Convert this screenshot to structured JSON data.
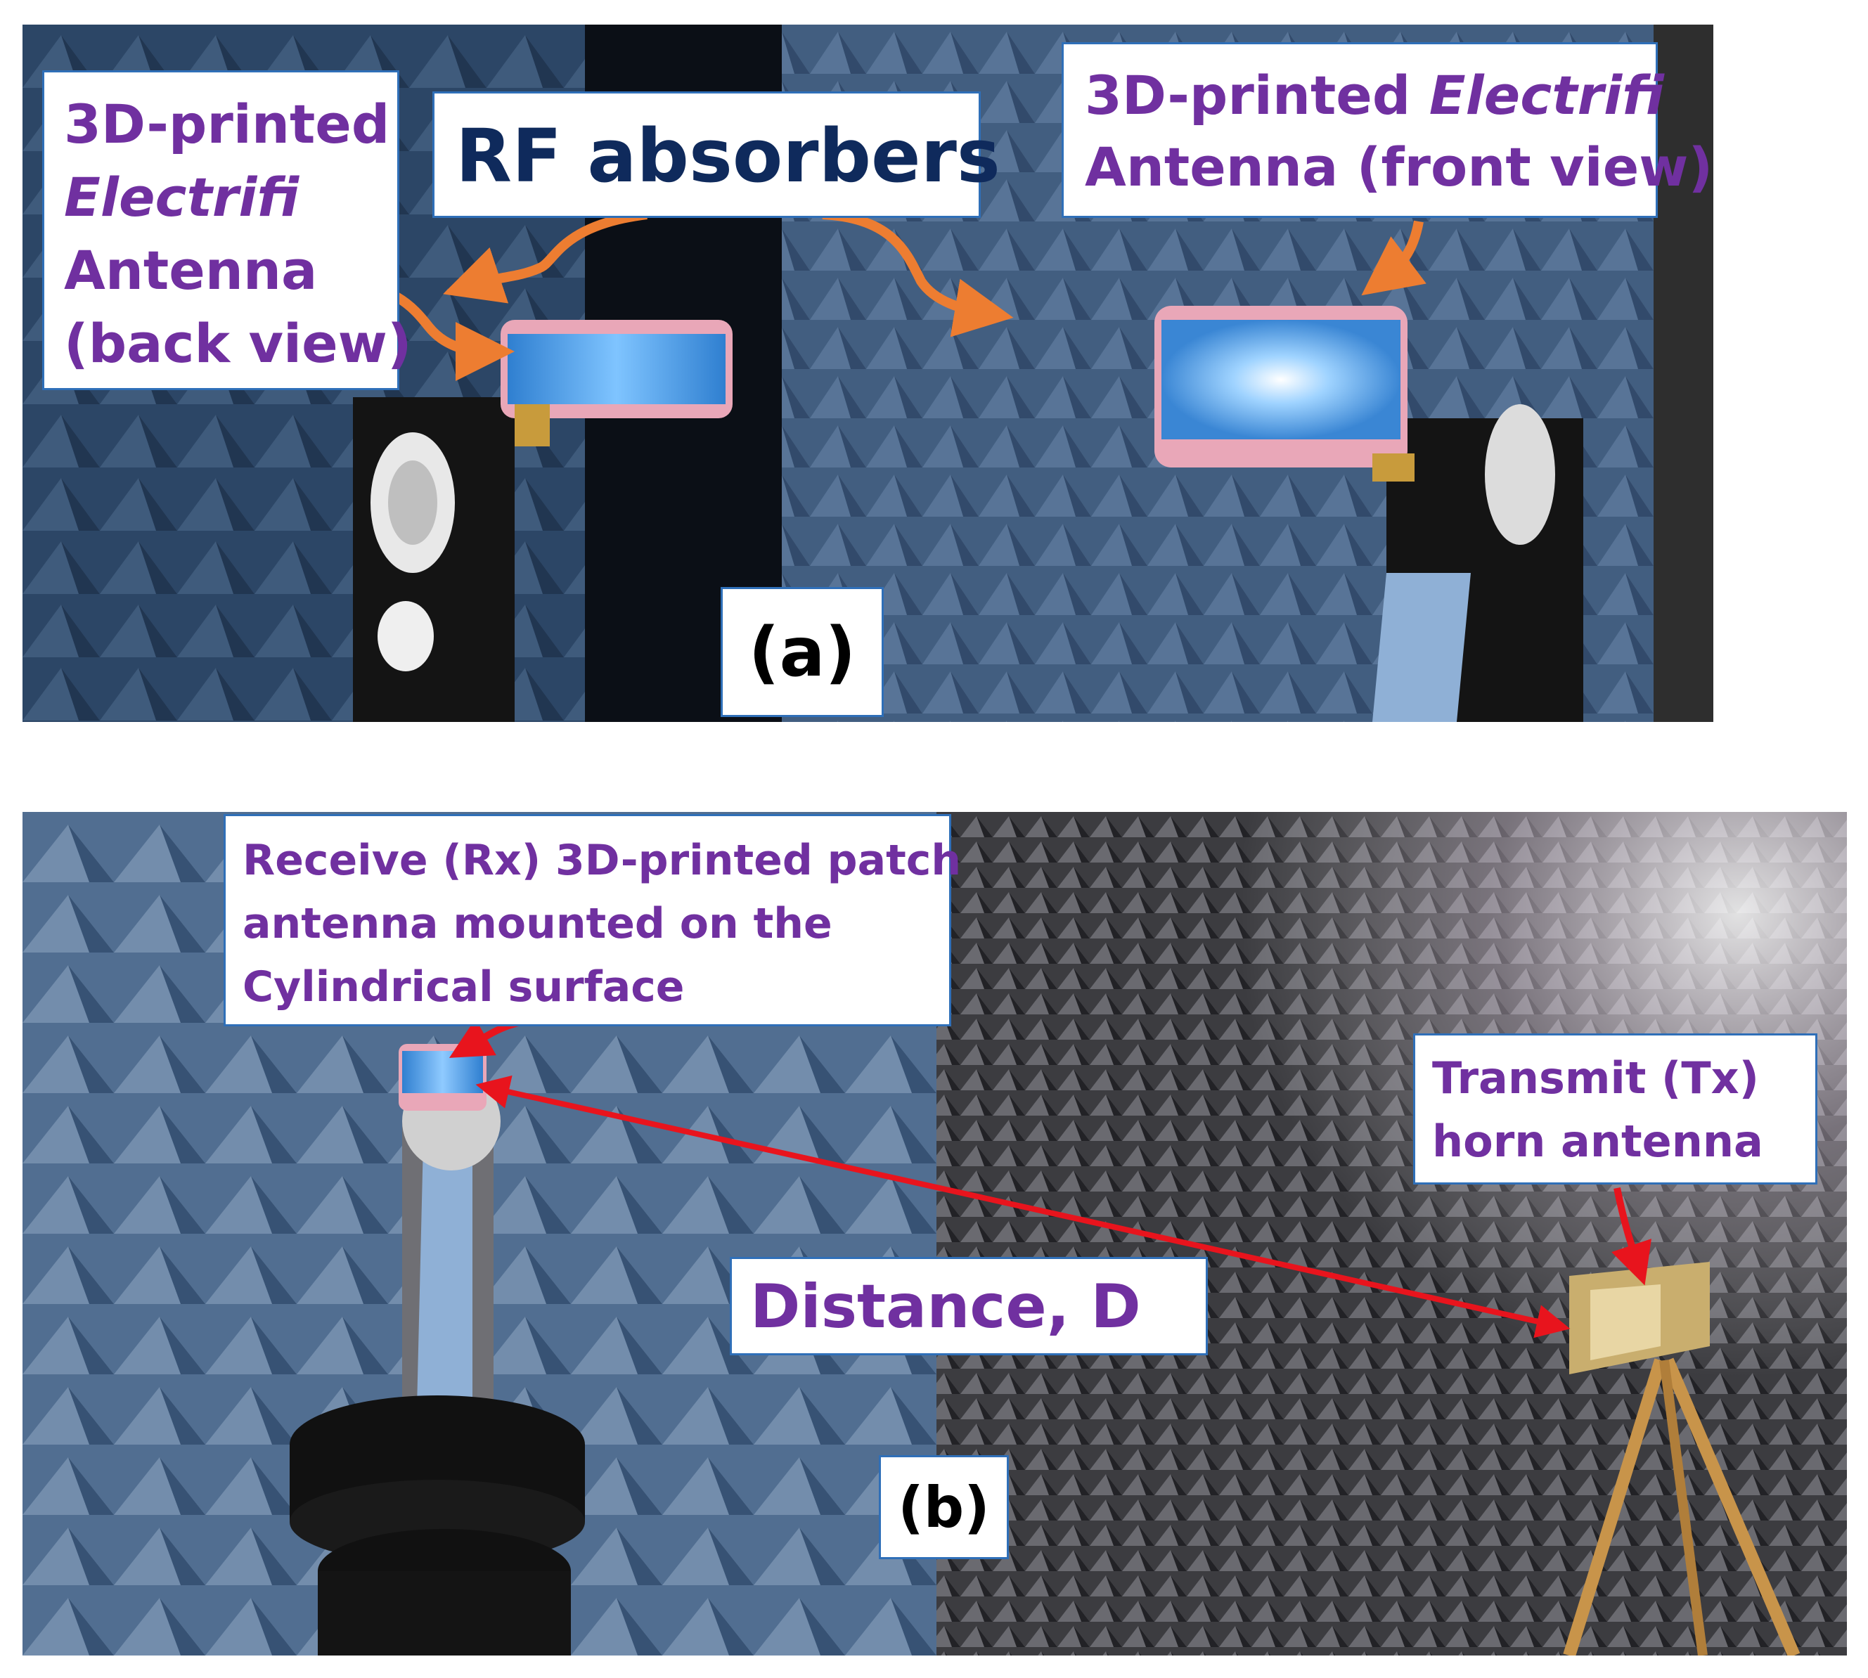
{
  "colors": {
    "label_purple": "#7030a0",
    "label_navy": "#0f2a5c",
    "arrow_orange": "#ed7d31",
    "arrow_red": "#e8141d",
    "label_border": "#2f6fb8"
  },
  "panel_a": {
    "tag": "(a)",
    "rf_absorbers": "RF absorbers",
    "back_label": {
      "line1": "3D-printed",
      "line2": "Electrifi",
      "line3": "Antenna",
      "line4": "(back view)"
    },
    "front_label": {
      "line1_prefix": "3D-printed ",
      "line1_italic": "Electrifi",
      "line2": "Antenna (front view)"
    }
  },
  "panel_b": {
    "tag": "(b)",
    "rx_label": {
      "line1": "Receive (Rx) 3D-printed patch",
      "line2": "antenna mounted on the",
      "line3": "Cylindrical surface"
    },
    "tx_label": {
      "line1": "Transmit (Tx)",
      "line2": "horn antenna"
    },
    "distance": "Distance, D"
  }
}
